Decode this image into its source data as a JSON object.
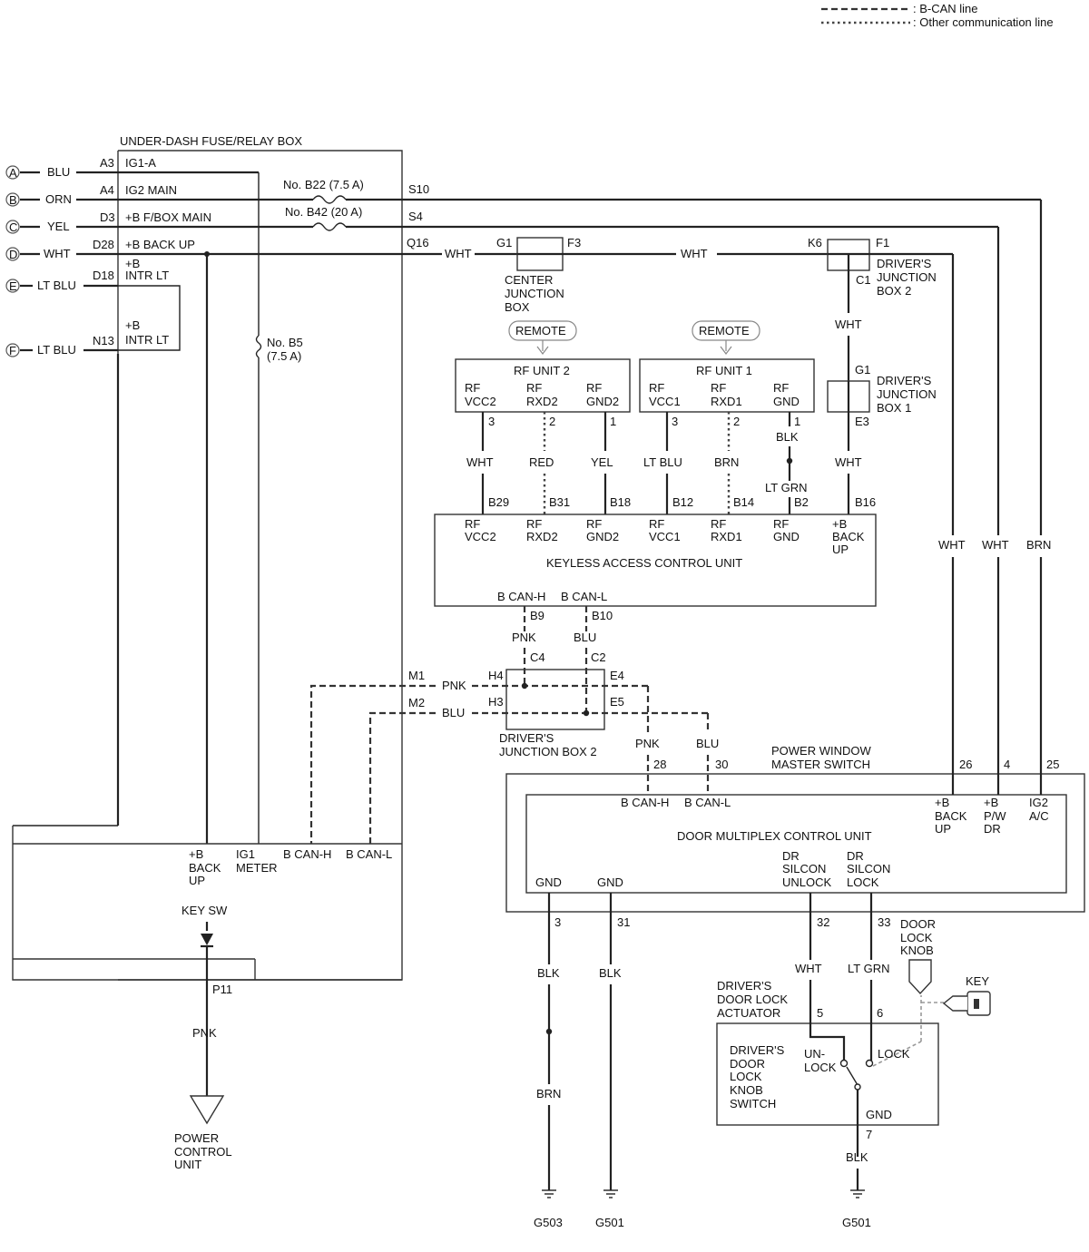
{
  "legend": {
    "bcan": ": B-CAN line",
    "other": ": Other communication line"
  },
  "fusebox": {
    "title": "UNDER-DASH FUSE/RELAY BOX",
    "inputs": [
      {
        "letter": "A",
        "color": "BLU",
        "pin": "A3",
        "name": "IG1-A"
      },
      {
        "letter": "B",
        "color": "ORN",
        "pin": "A4",
        "name": "IG2 MAIN"
      },
      {
        "letter": "C",
        "color": "YEL",
        "pin": "D3",
        "name": "+B F/BOX MAIN"
      },
      {
        "letter": "D",
        "color": "WHT",
        "pin": "D28",
        "name": "+B BACK UP"
      },
      {
        "letter": "E",
        "color": "LT BLU",
        "pin": "D18",
        "name1": "+B",
        "name2": "INTR LT"
      },
      {
        "letter": "F",
        "color": "LT BLU",
        "pin": "N13",
        "name1": "+B",
        "name2": "INTR LT"
      }
    ],
    "fuse_b22": "No. B22 (7.5 A)",
    "fuse_b42": "No. B42 (20 A)",
    "fuse_b5_1": "No. B5",
    "fuse_b5_2": "(7.5 A)",
    "pin_s10": "S10",
    "pin_s4": "S4",
    "pin_q16": "Q16",
    "pin_m1": "M1",
    "pin_m2": "M2",
    "pin_p11": "P11",
    "bottom_labels": {
      "bbackup": [
        "+B",
        "BACK",
        "UP"
      ],
      "ig1meter": [
        "IG1",
        "METER"
      ],
      "bcanh": "B CAN-H",
      "bcanl": "B CAN-L"
    },
    "key_sw": "KEY SW"
  },
  "center_jb": {
    "pin_in": "G1",
    "pin_out": "F3",
    "wire_in": "WHT",
    "wire_out": "WHT",
    "name": [
      "CENTER",
      "JUNCTION",
      "BOX"
    ]
  },
  "djb2_top": {
    "pin_k6": "K6",
    "pin_f1": "F1",
    "pin_c1": "C1",
    "name": [
      "DRIVER'S",
      "JUNCTION",
      "BOX 2"
    ],
    "wire_down": "WHT"
  },
  "djb1": {
    "pin_g1": "G1",
    "pin_e3": "E3",
    "name": [
      "DRIVER'S",
      "JUNCTION",
      "BOX 1"
    ],
    "wire_down": "WHT"
  },
  "remote": "REMOTE",
  "rf_unit2": {
    "title": "RF UNIT 2",
    "pins": [
      {
        "l1": "RF",
        "l2": "VCC2",
        "num": "3",
        "wire": "WHT",
        "kpin": "B29"
      },
      {
        "l1": "RF",
        "l2": "RXD2",
        "num": "2",
        "wire": "RED",
        "kpin": "B31"
      },
      {
        "l1": "RF",
        "l2": "GND2",
        "num": "1",
        "wire": "YEL",
        "kpin": "B18"
      }
    ]
  },
  "rf_unit1": {
    "title": "RF UNIT 1",
    "pins": [
      {
        "l1": "RF",
        "l2": "VCC1",
        "num": "3",
        "wire": "LT BLU",
        "kpin": "B12"
      },
      {
        "l1": "RF",
        "l2": "RXD1",
        "num": "2",
        "wire": "BRN",
        "kpin": "B14"
      },
      {
        "l1": "RF",
        "l2": "GND",
        "num": "1",
        "wire": "BLK",
        "wire2": "LT GRN",
        "kpin": "B2"
      }
    ]
  },
  "kacu": {
    "title": "KEYLESS ACCESS CONTROL UNIT",
    "pins": [
      {
        "l1": "RF",
        "l2": "VCC2"
      },
      {
        "l1": "RF",
        "l2": "RXD2"
      },
      {
        "l1": "RF",
        "l2": "GND2"
      },
      {
        "l1": "RF",
        "l2": "VCC1"
      },
      {
        "l1": "RF",
        "l2": "RXD1"
      },
      {
        "l1": "RF",
        "l2": "GND"
      }
    ],
    "bbackup": [
      "+B",
      "BACK",
      "UP"
    ],
    "bbackup_pin": "B16",
    "canh": "B CAN-H",
    "canl": "B CAN-L",
    "pin_b9": "B9",
    "pin_b10": "B10",
    "wire_pnk": "PNK",
    "wire_blu": "BLU"
  },
  "djb2_can": {
    "pin_c4": "C4",
    "pin_c2": "C2",
    "pin_h4": "H4",
    "pin_h3": "H3",
    "pin_e4": "E4",
    "pin_e5": "E5",
    "wire_m1": "PNK",
    "wire_m2": "BLU",
    "name": [
      "DRIVER'S",
      "JUNCTION BOX 2"
    ],
    "wire_e4": "PNK",
    "wire_e5": "BLU"
  },
  "pwms": {
    "name": [
      "POWER WINDOW",
      "MASTER SWITCH"
    ],
    "pin_28": "28",
    "pin_30": "30",
    "pin_26": "26",
    "pin_4": "4",
    "pin_25": "25",
    "wire_26": "WHT",
    "wire_4": "WHT",
    "wire_25": "BRN"
  },
  "dmcu": {
    "title": "DOOR MULTIPLEX CONTROL UNIT",
    "canh": "B CAN-H",
    "canl": "B CAN-L",
    "bbackup": [
      "+B",
      "BACK",
      "UP"
    ],
    "bpw": [
      "+B",
      "P/W",
      "DR"
    ],
    "ig2": [
      "IG2",
      "A/C"
    ],
    "gnd1": "GND",
    "gnd2": "GND",
    "unlock": [
      "DR",
      "SILCON",
      "UNLOCK"
    ],
    "lock": [
      "DR",
      "SILCON",
      "LOCK"
    ],
    "pin_3": "3",
    "pin_31": "31",
    "pin_32": "32",
    "pin_33": "33"
  },
  "ground_wires": {
    "w3a": "BLK",
    "w3b": "BRN",
    "w31": "BLK",
    "w32": "WHT",
    "w33": "LT GRN",
    "w7": "BLK"
  },
  "grounds": {
    "g503": "G503",
    "g501a": "G501",
    "g501b": "G501"
  },
  "actuator": {
    "name": [
      "DRIVER'S",
      "DOOR LOCK",
      "ACTUATOR"
    ],
    "pin_5": "5",
    "pin_6": "6",
    "pin_7": "7",
    "switch": [
      "DRIVER'S",
      "DOOR",
      "LOCK",
      "KNOB",
      "SWITCH"
    ],
    "unlock": [
      "UN-",
      "LOCK"
    ],
    "lock": "LOCK",
    "gnd": "GND"
  },
  "door_lock_knob": [
    "DOOR",
    "LOCK",
    "KNOB"
  ],
  "key": "KEY",
  "pcu": {
    "wire": "PNK",
    "name": [
      "POWER",
      "CONTROL",
      "UNIT"
    ]
  }
}
